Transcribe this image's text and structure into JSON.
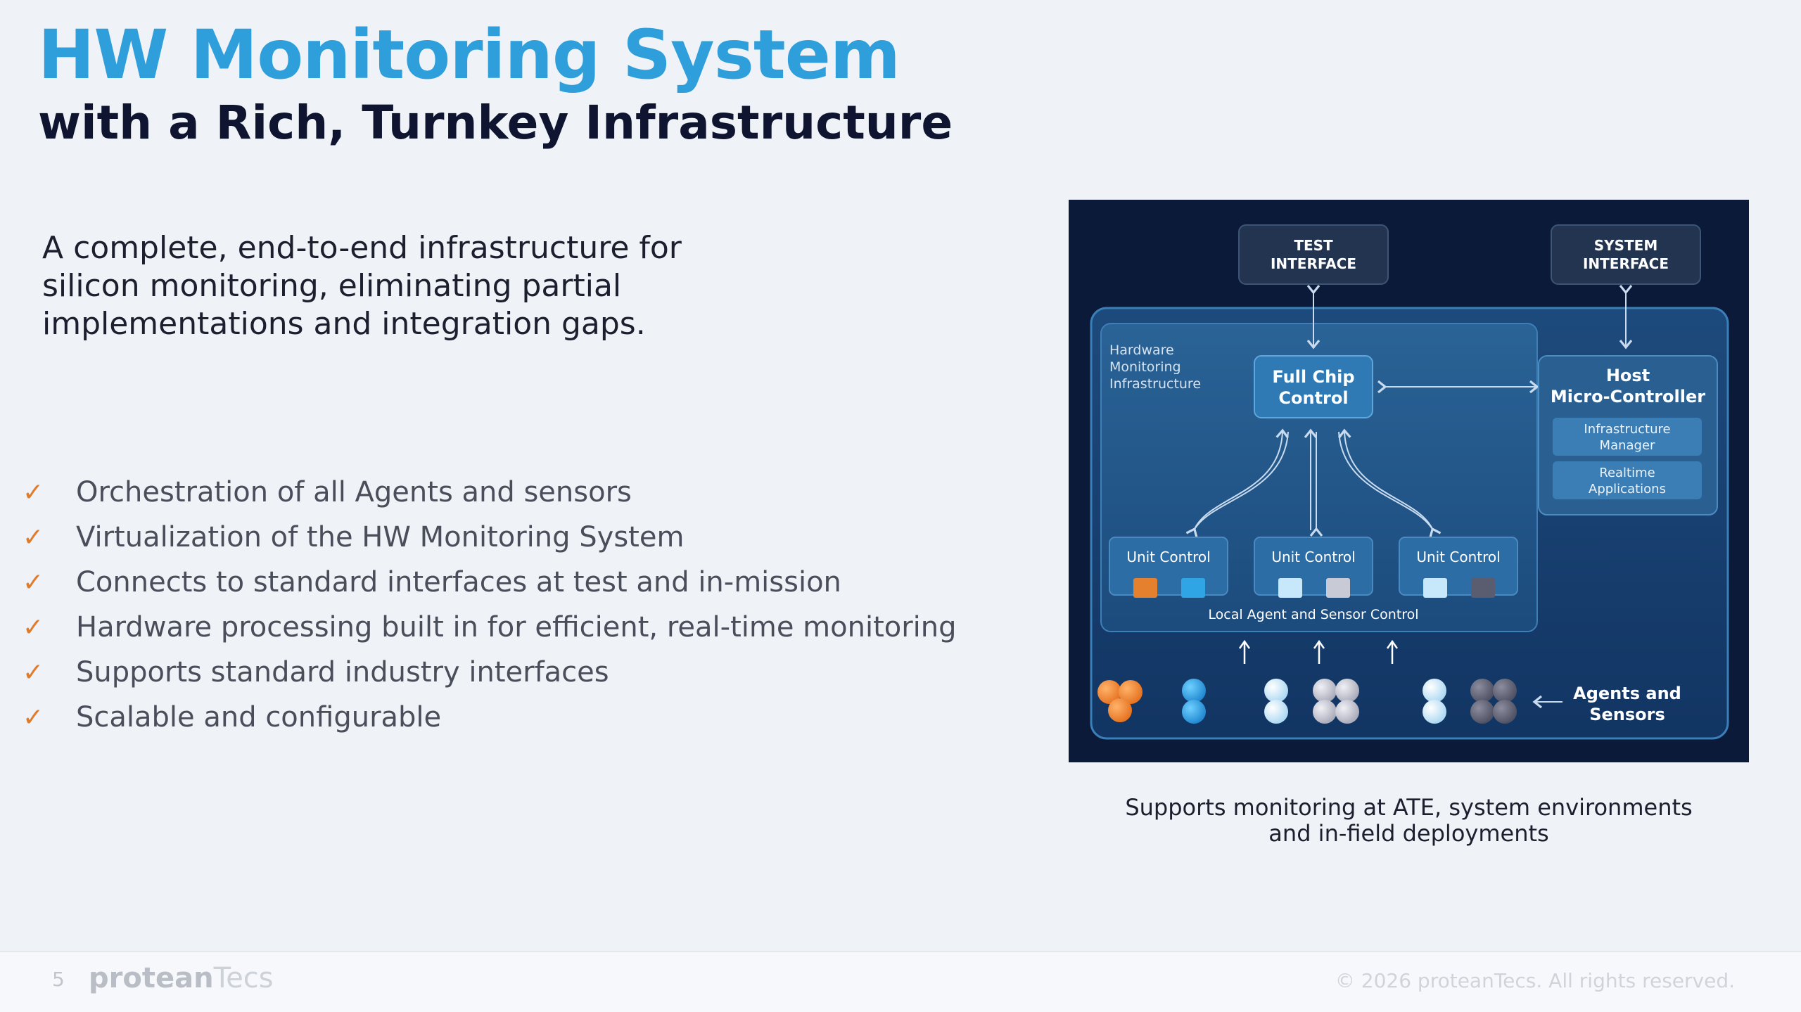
{
  "title": "HW Monitoring System",
  "subtitle": "with a Rich, Turnkey Infrastructure",
  "intro": "A complete, end-to-end infrastructure for silicon monitoring, eliminating partial implementations and integration gaps.",
  "bullets": [
    "Orchestration of all Agents and sensors",
    "Virtualization of the HW Monitoring System",
    "Connects to standard interfaces at test and in-mission",
    "Hardware processing built in for efficient, real-time monitoring",
    "Supports standard industry interfaces",
    "Scalable and configurable"
  ],
  "bullet_icon": "check-icon",
  "diagram": {
    "test_interface": [
      "TEST",
      "INTERFACE"
    ],
    "system_interface": [
      "SYSTEM",
      "INTERFACE"
    ],
    "hw_infra_label": [
      "Hardware",
      "Monitoring",
      "Infrastructure"
    ],
    "full_chip_control": [
      "Full Chip",
      "Control"
    ],
    "host_controller": [
      "Host",
      "Micro-Controller"
    ],
    "infrastructure_manager": [
      "Infrastructure",
      "Manager"
    ],
    "realtime_applications": [
      "Realtime",
      "Applications"
    ],
    "unit_control": [
      "Unit Control",
      "Unit Control",
      "Unit Control"
    ],
    "local_agent_label": "Local Agent and Sensor Control",
    "agents_sensors": [
      "Agents and",
      "Sensors"
    ]
  },
  "caption": [
    "Supports monitoring at ATE, system environments",
    "and in-field deployments"
  ],
  "footer": {
    "page_number": "5",
    "logo_bold": "protean",
    "logo_light": "Tecs",
    "copyright": "© 2026 proteanTecs. All rights reserved."
  },
  "colors": {
    "title": "#2f9fdc",
    "accent_orange": "#e07b2a",
    "diagram_bg": "#0b1a38"
  }
}
